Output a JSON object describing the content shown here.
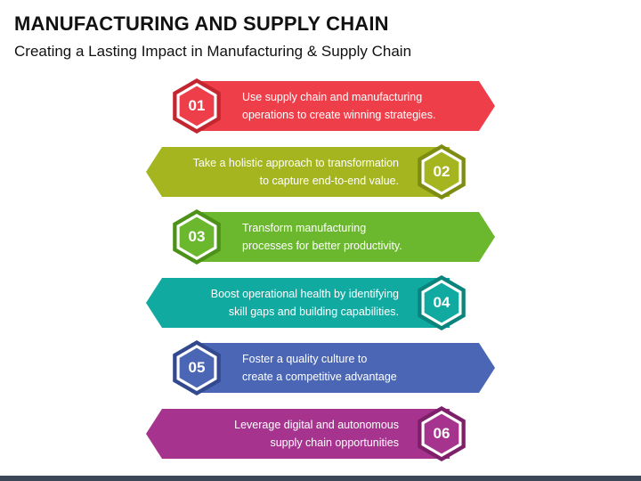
{
  "header": {
    "title": "MANUFACTURING AND SUPPLY CHAIN",
    "subtitle": "Creating a Lasting Impact in Manufacturing & Supply Chain"
  },
  "steps": [
    {
      "number": "01",
      "line1": "Use supply chain and manufacturing",
      "line2": "operations to create winning strategies.",
      "color": "#ee3e49",
      "dark": "#c42630"
    },
    {
      "number": "02",
      "line1": "Take a holistic approach to transformation",
      "line2": "to capture end-to-end value.",
      "color": "#a4b51f",
      "dark": "#7e8d12"
    },
    {
      "number": "03",
      "line1": "Transform manufacturing",
      "line2": "processes for better productivity.",
      "color": "#6bb82f",
      "dark": "#4c9118"
    },
    {
      "number": "04",
      "line1": "Boost operational health by identifying",
      "line2": "skill gaps and building capabilities.",
      "color": "#11aaa1",
      "dark": "#0a847c"
    },
    {
      "number": "05",
      "line1": "Foster a quality culture to",
      "line2": "create a competitive advantage",
      "color": "#4a66b5",
      "dark": "#33498f"
    },
    {
      "number": "06",
      "line1": "Leverage digital and autonomous",
      "line2": "supply chain opportunities",
      "color": "#a6348f",
      "dark": "#7e2069"
    }
  ]
}
